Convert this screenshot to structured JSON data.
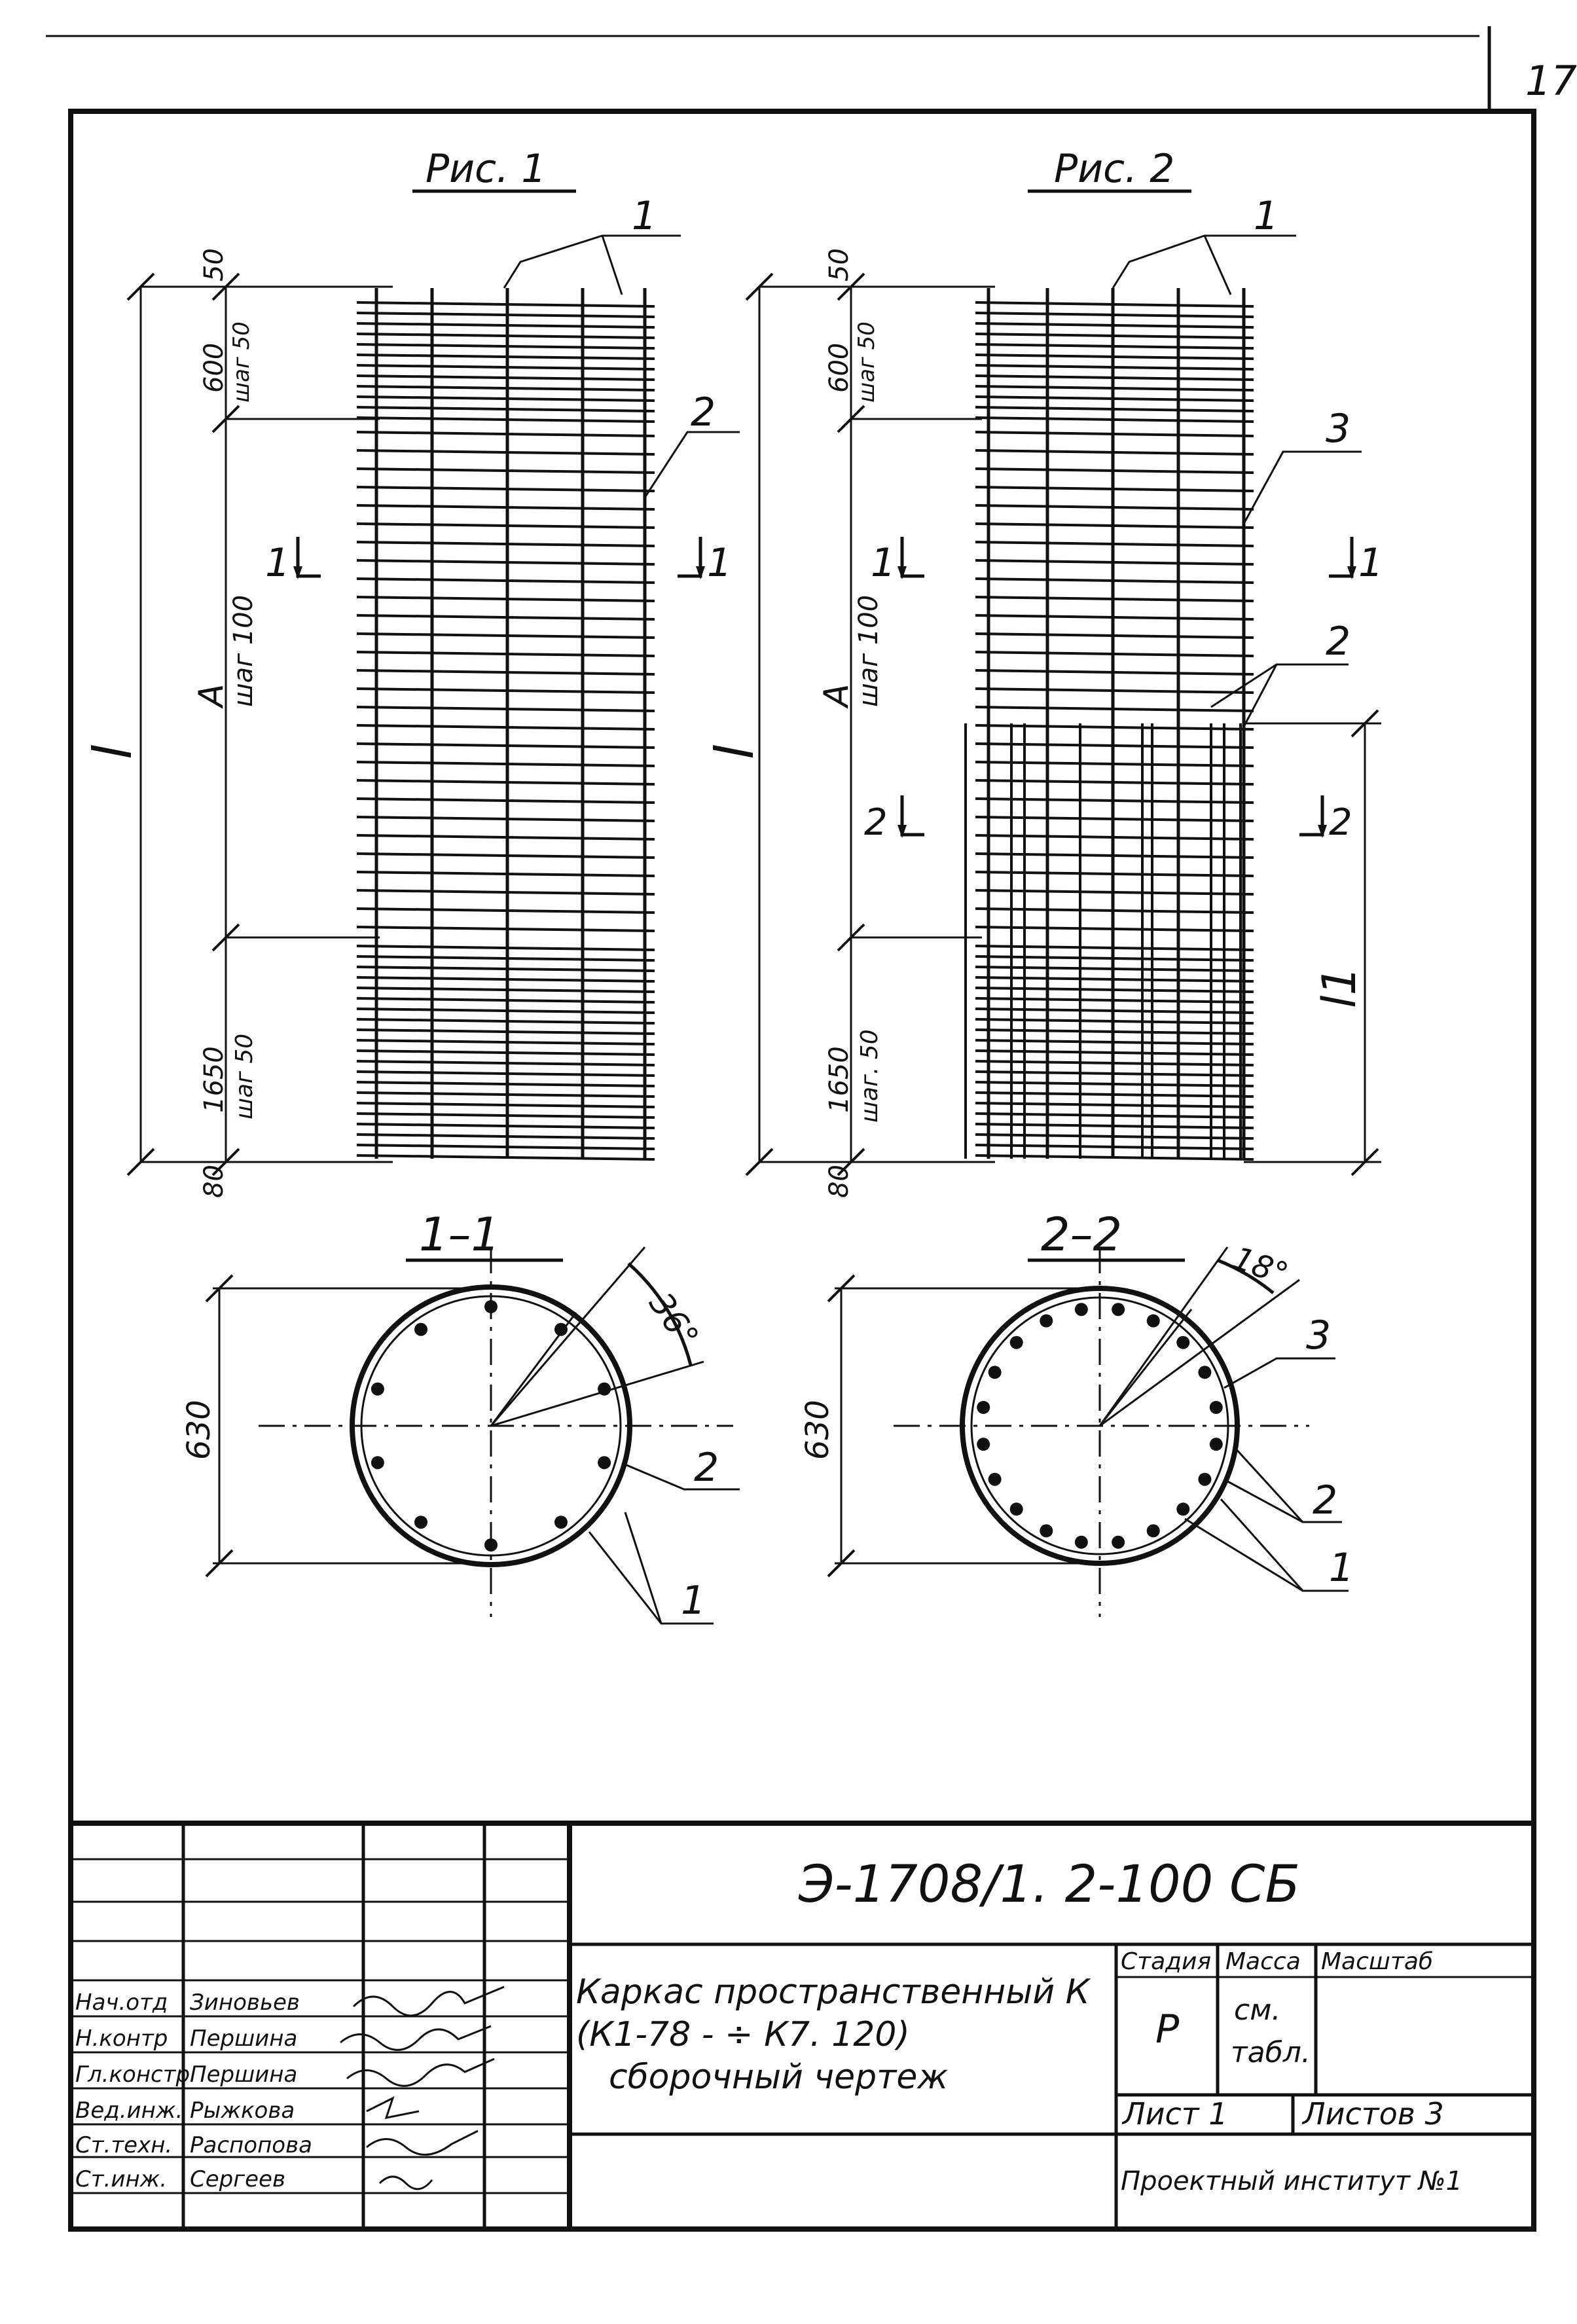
{
  "page_number": "17",
  "figures": {
    "fig1": {
      "title": "Рис. 1"
    },
    "fig2": {
      "title": "Рис. 2"
    }
  },
  "dimensions": {
    "top_offset": "50",
    "bottom_offset": "80",
    "fig1_top_span": "600",
    "fig1_top_step": "шаг 50",
    "fig1_mid_span": "A",
    "fig1_mid_step": "шаг 100",
    "fig1_bottom_span": "1650",
    "fig1_bottom_step": "шаг 50",
    "overall": "l",
    "overall_l1": "l1",
    "fig2_top_step": "шаг 50",
    "fig2_bottom_step": "шаг. 50"
  },
  "callouts": {
    "one": "1",
    "two": "2",
    "three": "3"
  },
  "section_marks": {
    "s1": "1",
    "s2": "2"
  },
  "sections": {
    "sec1": {
      "title": "1–1",
      "diameter": "630",
      "angle": "36°"
    },
    "sec2": {
      "title": "2–2",
      "diameter": "630",
      "angle": "18°"
    }
  },
  "title_block": {
    "code": "Э-1708/1. 2-100 СБ",
    "description_lines": [
      "Каркас пространственный К",
      "(К1-78 - ÷ К7. 120)",
      "сборочный чертеж"
    ],
    "stage_header": "Стадия",
    "mass_header": "Масса",
    "scale_header": "Масштаб",
    "stage_value": "Р",
    "mass_value_lines": [
      "см.",
      "табл."
    ],
    "sheet_label": "Лист 1",
    "sheets_label": "Листов 3",
    "organization": "Проектный институт №1",
    "signatures": [
      {
        "role": "Нач.отд",
        "name": "Зиновьев"
      },
      {
        "role": "Н.контр",
        "name": "Першина"
      },
      {
        "role": "Гл.констр",
        "name": "Першина"
      },
      {
        "role": "Вед.инж.",
        "name": "Рыжкова"
      },
      {
        "role": "Ст.техн.",
        "name": "Распопова"
      },
      {
        "role": "Ст.инж.",
        "name": "Сергеев"
      }
    ]
  }
}
